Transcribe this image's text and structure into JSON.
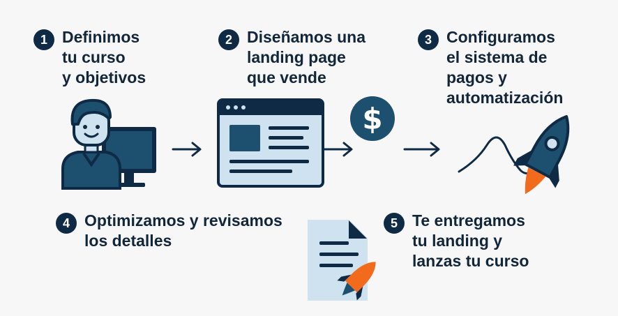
{
  "steps": [
    {
      "number": "1",
      "text": "Definimos\ntu curso\ny objetivos"
    },
    {
      "number": "2",
      "text": "Diseñamos una\nlanding page\nque vende"
    },
    {
      "number": "3",
      "text": "Configuramos\nel sistema de\npagos y\nautomatización"
    },
    {
      "number": "4",
      "text": "Optimizamos y revisamos\nlos detalles"
    },
    {
      "number": "5",
      "text": "Te entregamos\ntu landing y\nlanzas tu curso"
    }
  ],
  "dollar_symbol": "$",
  "icons": [
    "person-computer-icon",
    "browser-window-icon",
    "dollar-coin-icon",
    "rocket-icon",
    "document-rocket-icon",
    "arrow-right-icon"
  ],
  "colors": {
    "navy": "#0f2a44",
    "teal": "#1d4f6e",
    "light_blue": "#cfe2ef",
    "orange": "#f26b1d",
    "background": "#f7f7f7"
  }
}
